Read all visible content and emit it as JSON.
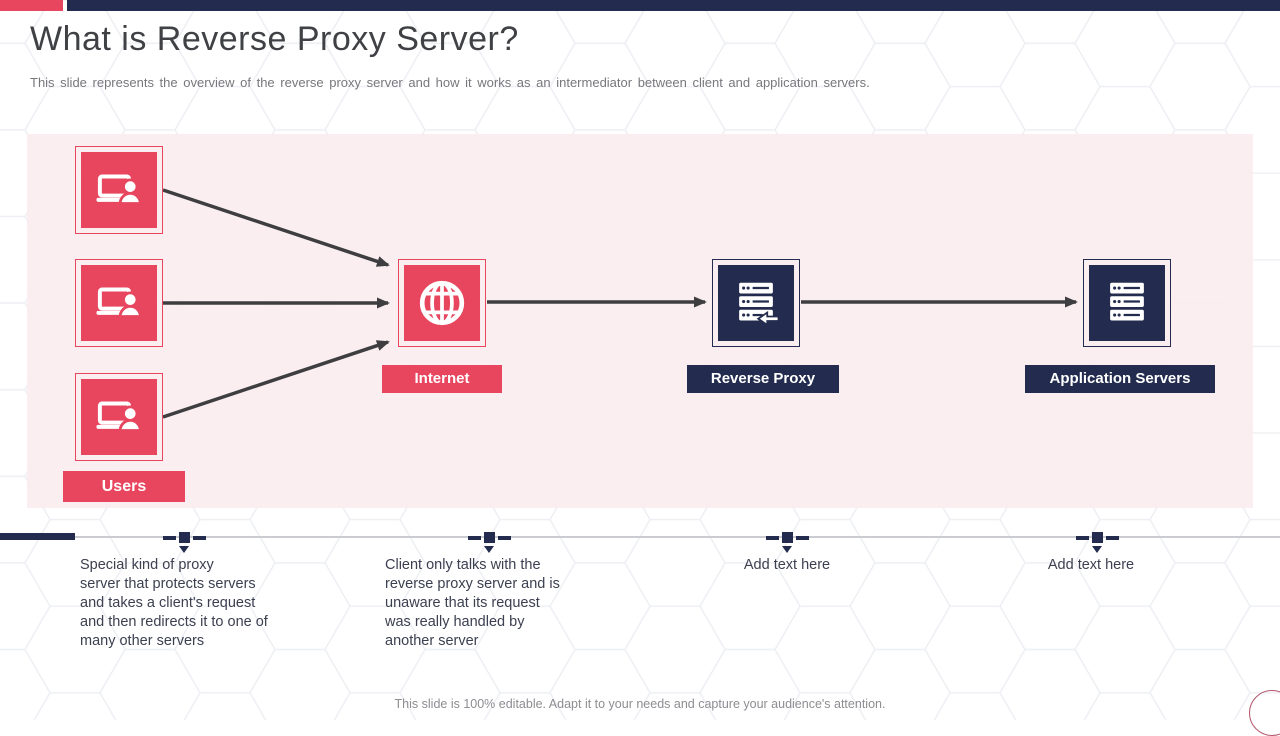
{
  "header": {
    "title": "What is Reverse Proxy Server?",
    "subtitle": "This slide represents the overview of the reverse proxy server and how it works as an intermediator between client and application servers."
  },
  "diagram": {
    "users_label": "Users",
    "internet_label": "Internet",
    "reverse_proxy_label": "Reverse Proxy",
    "app_servers_label": "Application Servers",
    "icons": {
      "users": "laptop-user-icon",
      "internet": "globe-icon",
      "reverse_proxy": "server-return-arrow-icon",
      "app_servers": "server-stack-icon"
    },
    "connections": [
      "user-1 -> internet",
      "user-2 -> internet",
      "user-3 -> internet",
      "internet -> reverse-proxy",
      "reverse-proxy -> application-servers"
    ]
  },
  "notes": {
    "note1": "Special kind of proxy\nserver that protects servers\nand takes a client's request\nand then redirects it to one of\nmany other servers",
    "note2": "Client only talks with the\nreverse proxy server and is\nunaware that its request\nwas really handled by\nanother server",
    "note3": "Add text here",
    "note4": "Add text here"
  },
  "footer": {
    "text": "This slide is 100% editable. Adapt it to your needs and capture your audience's attention."
  },
  "colors": {
    "accent_red": "#e8465f",
    "accent_navy": "#232c4e",
    "panel_pink": "#fbecef",
    "arrow_gray": "#3e3e40",
    "timeline_gray": "#cbcbd2"
  }
}
